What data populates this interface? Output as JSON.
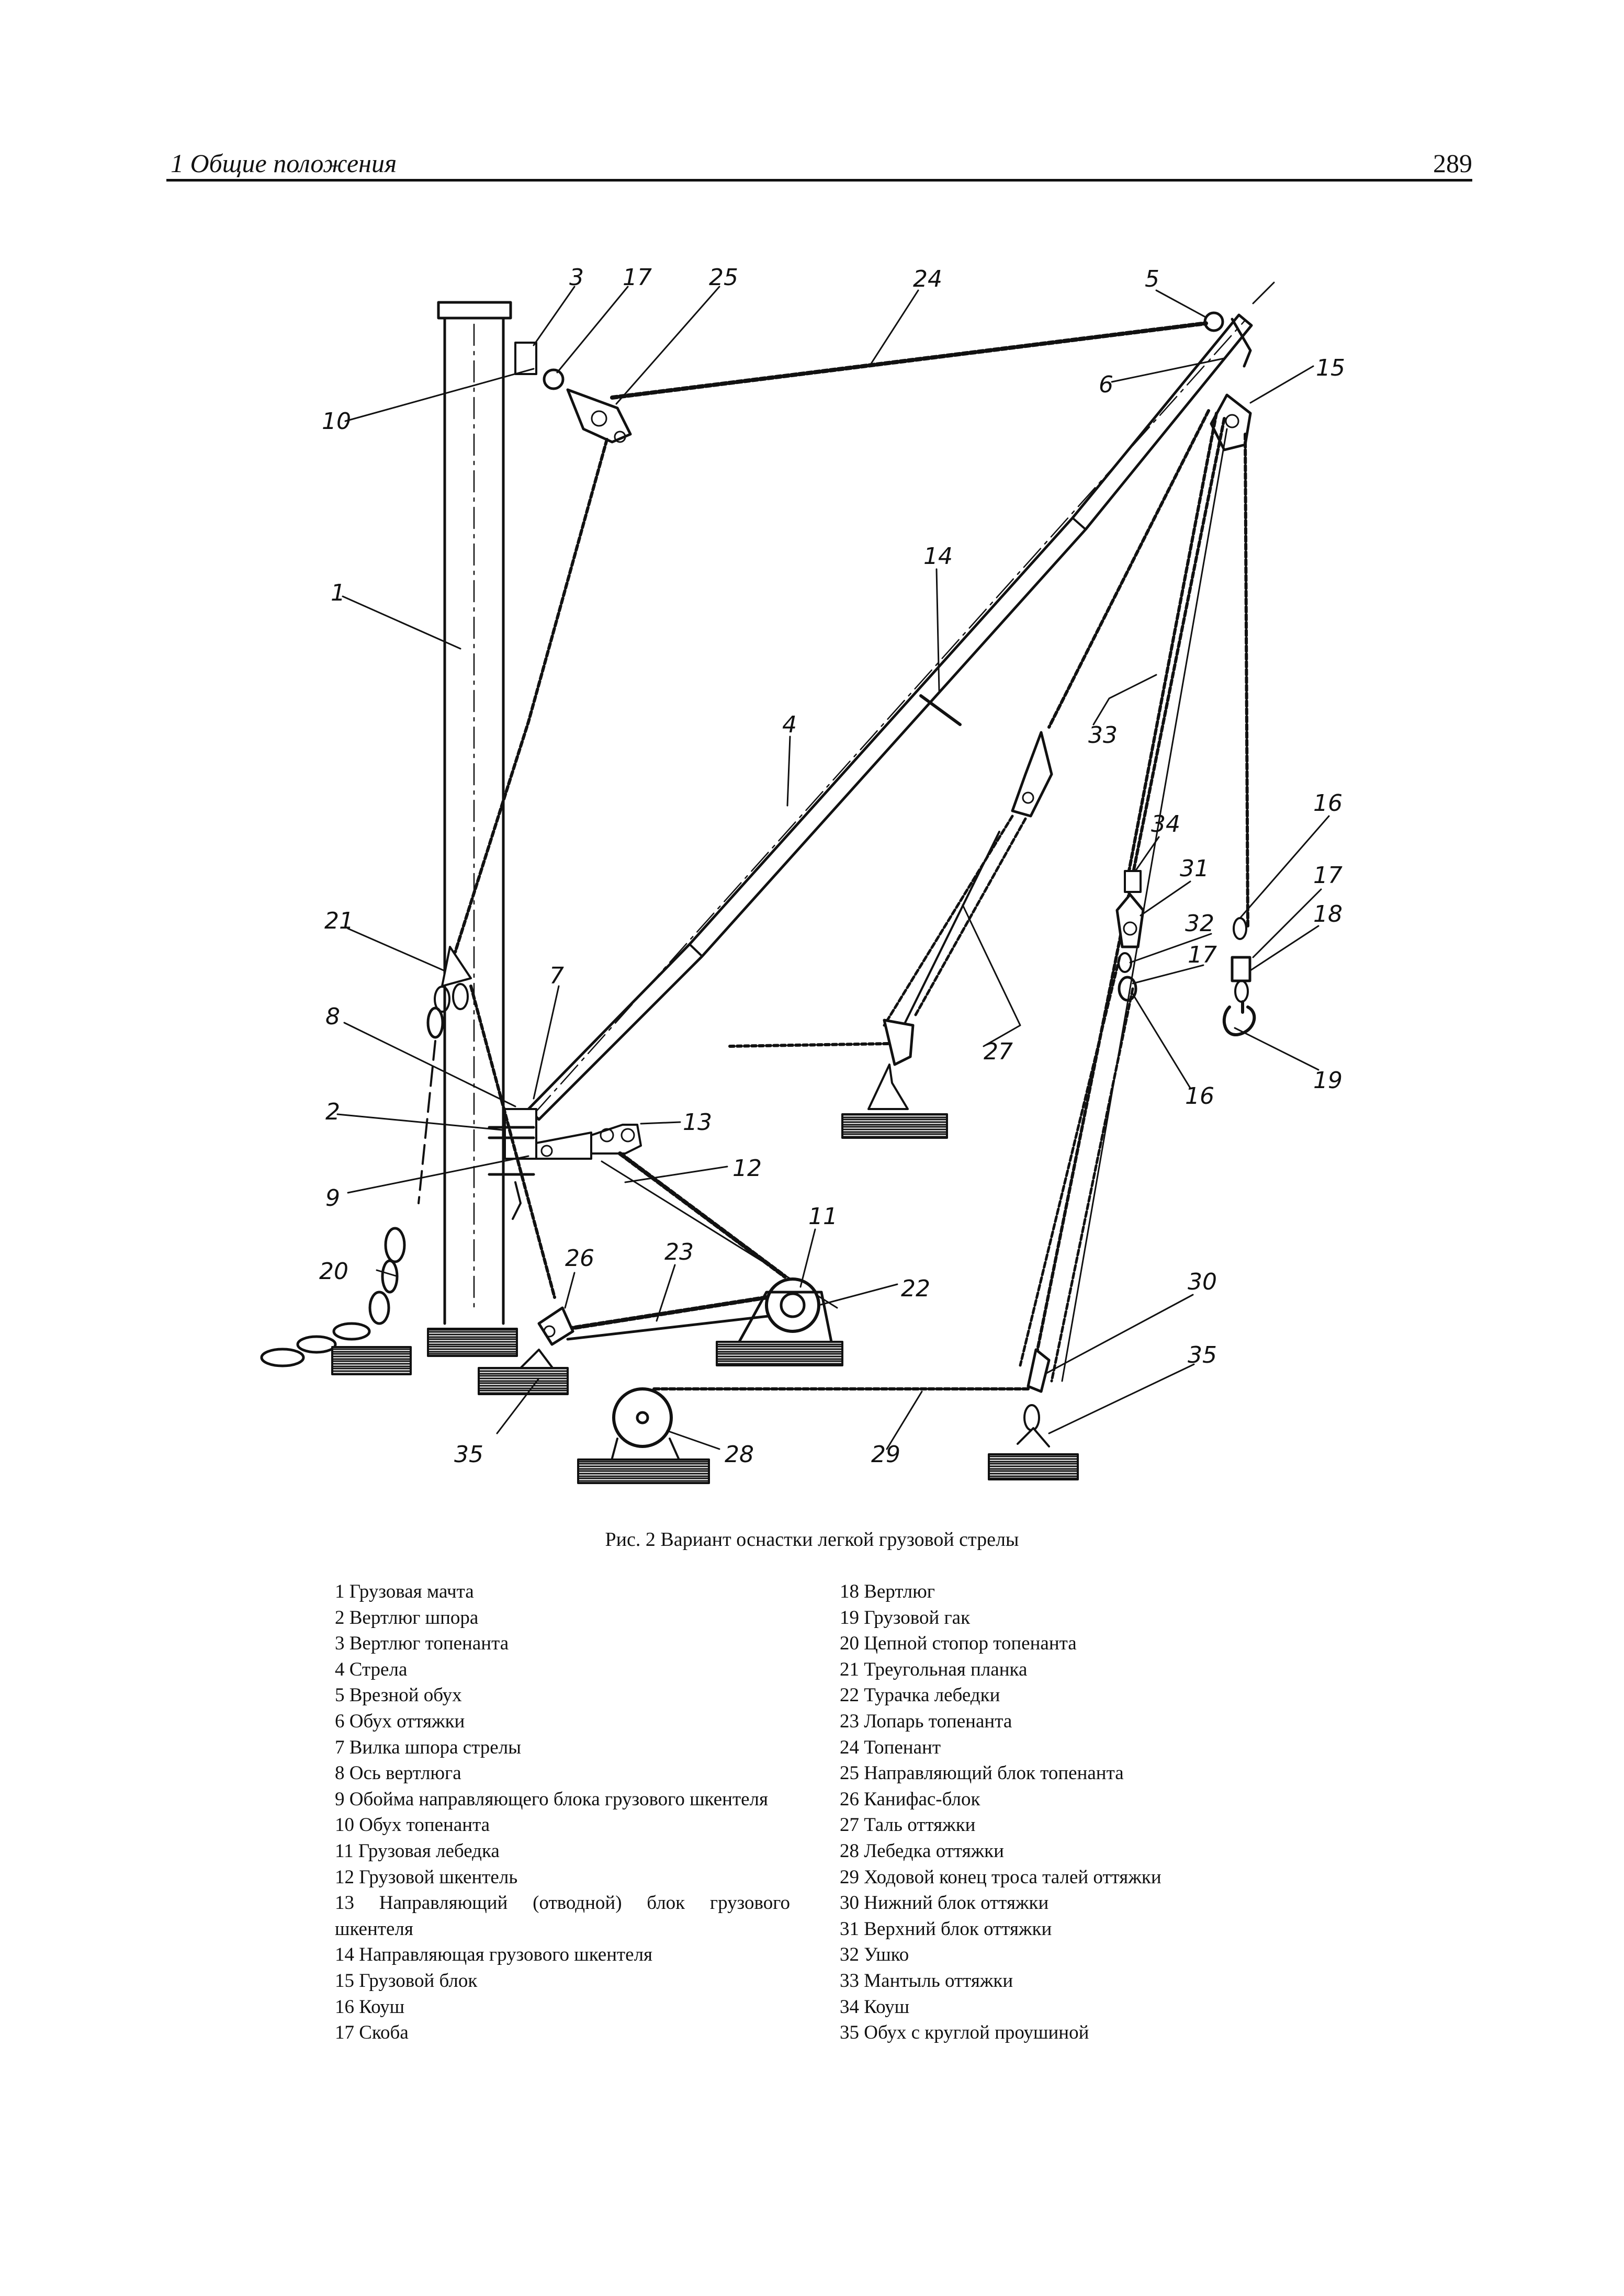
{
  "header": {
    "section_title": "1 Общие положения",
    "page_number": "289"
  },
  "figure": {
    "caption": "Рис. 2 Вариант оснастки легкой грузовой стрелы",
    "callouts": [
      "3",
      "17",
      "25",
      "24",
      "5",
      "6",
      "15",
      "10",
      "1",
      "14",
      "4",
      "33",
      "16",
      "34",
      "17",
      "31",
      "18",
      "32",
      "17",
      "21",
      "7",
      "8",
      "27",
      "16",
      "19",
      "2",
      "13",
      "12",
      "9",
      "11",
      "20",
      "26",
      "23",
      "22",
      "30",
      "35",
      "35",
      "28",
      "29"
    ]
  },
  "legend": {
    "left": [
      "1 Грузовая мачта",
      "2 Вертлюг шпора",
      "3 Вертлюг топенанта",
      "4 Стрела",
      "5 Врезной обух",
      "6 Обух оттяжки",
      "7 Вилка шпора стрелы",
      "8 Ось вертлюга",
      "9 Обойма направляющего блока грузового шкентеля",
      "10 Обух топенанта",
      "11 Грузовая лебедка",
      "12 Грузовой шкентель",
      "13 Направляющий (отводной) блок грузового шкентеля",
      "14 Направляющая грузового шкентеля",
      "15 Грузовой блок",
      "16 Коуш",
      "17 Скоба"
    ],
    "right": [
      "18 Вертлюг",
      "19 Грузовой гак",
      "20 Цепной стопор топенанта",
      "21 Треугольная планка",
      "22 Турачка лебедки",
      "23 Лопарь топенанта",
      "24 Топенант",
      "25 Направляющий блок топенанта",
      "26 Канифас-блок",
      "27 Таль оттяжки",
      "28 Лебедка оттяжки",
      "29 Ходовой конец троса талей оттяжки",
      "30 Нижний блок оттяжки",
      "31 Верхний блок оттяжки",
      "32 Ушко",
      "33 Мантыль оттяжки",
      "34 Коуш",
      "35 Обух с круглой проушиной"
    ]
  }
}
